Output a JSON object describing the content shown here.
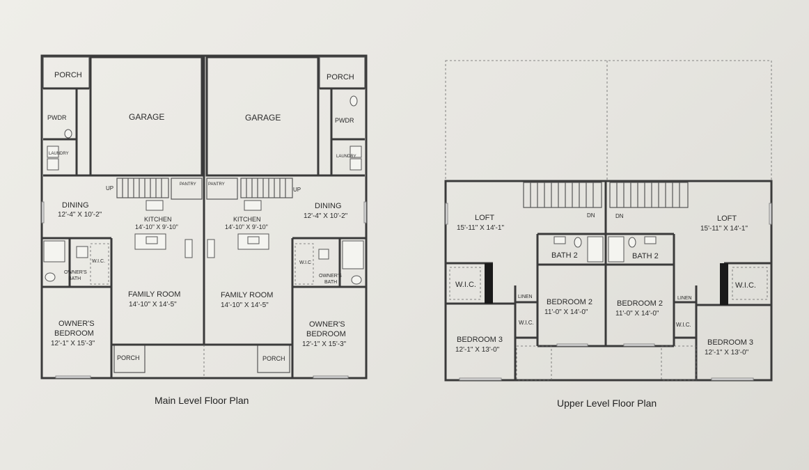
{
  "main_plan": {
    "caption": "Main Level Floor Plan",
    "left": {
      "porch_top": "PORCH",
      "garage": "GARAGE",
      "pwdr": "PWDR",
      "laundry": "LAUNDRY",
      "up": "UP",
      "pantry": "PANTRY",
      "dining": "DINING",
      "dining_dim": "12'-4\" X 10'-2\"",
      "kitchen": "KITCHEN",
      "kitchen_dim": "14'-10\" X 9'-10\"",
      "wic": "W.I.C.",
      "owners_bath_1": "OWNER'S",
      "owners_bath_2": "BATH",
      "family": "FAMILY ROOM",
      "family_dim": "14'-10\" X 14'-5\"",
      "owners_bed_1": "OWNER'S",
      "owners_bed_2": "BEDROOM",
      "owners_bed_dim": "12'-1\" X 15'-3\"",
      "porch_bottom": "PORCH"
    },
    "right": {
      "porch_top": "PORCH",
      "garage": "GARAGE",
      "pwdr": "PWDR",
      "laundry": "LAUNDRY",
      "up": "UP",
      "pantry": "PANTRY",
      "dining": "DINING",
      "dining_dim": "12'-4\" X 10'-2\"",
      "kitchen": "KITCHEN",
      "kitchen_dim": "14'-10\" X 9'-10\"",
      "wic": "W.I.C",
      "owners_bath_1": "OWNER'S",
      "owners_bath_2": "BATH",
      "family": "FAMILY ROOM",
      "family_dim": "14'-10\" X 14'-5\"",
      "owners_bed_1": "OWNER'S",
      "owners_bed_2": "BEDROOM",
      "owners_bed_dim": "12'-1\" X 15'-3\"",
      "porch_bottom": "PORCH"
    }
  },
  "upper_plan": {
    "caption": "Upper Level Floor Plan",
    "left": {
      "loft": "LOFT",
      "loft_dim": "15'-11\" X 14'-1\"",
      "dn": "DN",
      "bath2": "BATH 2",
      "wic_big": "W.I.C.",
      "linen": "LINEN",
      "wic_small": "W.I.C.",
      "bedroom2": "BEDROOM 2",
      "bedroom2_dim": "11'-0\" X 14'-0\"",
      "bedroom3": "BEDROOM 3",
      "bedroom3_dim": "12'-1\" X 13'-0\""
    },
    "right": {
      "loft": "LOFT",
      "loft_dim": "15'-11\" X 14'-1\"",
      "dn": "DN",
      "bath2": "BATH 2",
      "wic_big": "W.I.C.",
      "linen": "LINEN",
      "wic_small": "W.I.C.",
      "bedroom2": "BEDROOM 2",
      "bedroom2_dim": "11'-0\" X 14'-0\"",
      "bedroom3": "BEDROOM 3",
      "bedroom3_dim": "12'-1\" X 13'-0\""
    }
  }
}
